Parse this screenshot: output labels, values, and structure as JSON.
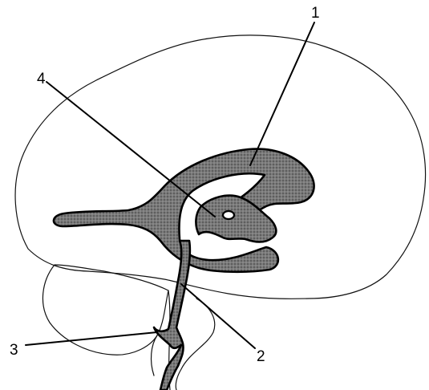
{
  "diagram": {
    "labels": [
      {
        "id": "1",
        "text": "1"
      },
      {
        "id": "2",
        "text": "2"
      },
      {
        "id": "3",
        "text": "3"
      },
      {
        "id": "4",
        "text": "4"
      }
    ]
  }
}
